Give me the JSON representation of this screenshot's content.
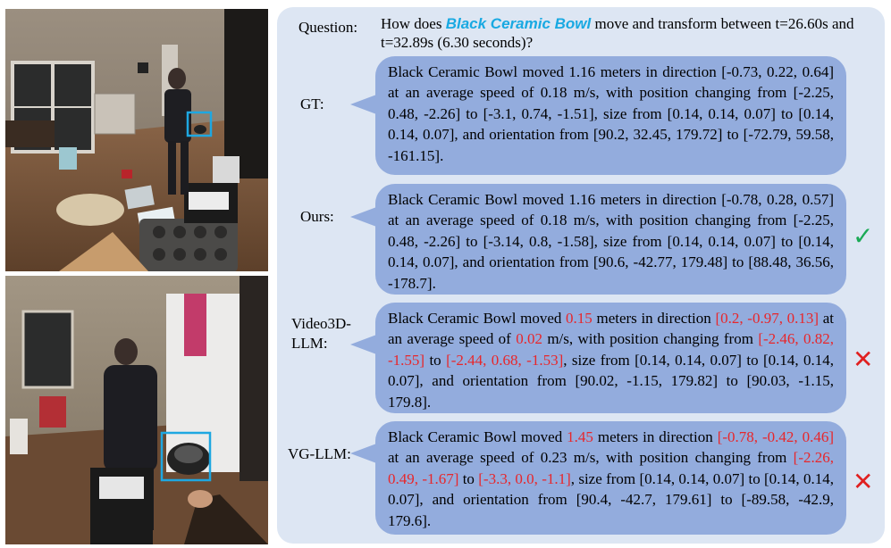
{
  "question": {
    "label": "Question:",
    "prefix": "How does ",
    "object": "Black Ceramic Bowl",
    "suffix": " move and transform between t=26.60s and t=32.89s (6.30 seconds)?"
  },
  "rows": [
    {
      "label": "GT:",
      "mark": "",
      "segments": [
        {
          "text": "Black Ceramic Bowl moved 1.16 meters in direction [-0.73, 0.22, 0.64] at an average speed of 0.18 m/s, with position changing from [-2.25, 0.48, -2.26] to [-3.1, 0.74, -1.51], size from [0.14, 0.14, 0.07] to [0.14, 0.14, 0.07], and orientation from [90.2, 32.45, 179.72] to [-72.79, 59.58, -161.15].",
          "error": false
        }
      ]
    },
    {
      "label": "Ours:",
      "mark": "✓",
      "segments": [
        {
          "text": "Black Ceramic Bowl moved 1.16 meters in direction [-0.78, 0.28, 0.57] at an average speed of 0.18 m/s, with position changing from [-2.25, 0.48, -2.26] to [-3.14, 0.8, -1.58], size from [0.14, 0.14, 0.07] to [0.14, 0.14, 0.07], and orientation from [90.6, -42.77, 179.48] to [88.48, 36.56, -178.7].",
          "error": false
        }
      ]
    },
    {
      "label": "Video3D-LLM:",
      "mark": "✕",
      "segments": [
        {
          "text": "Black Ceramic Bowl moved ",
          "error": false
        },
        {
          "text": "0.15",
          "error": true
        },
        {
          "text": " meters in direction ",
          "error": false
        },
        {
          "text": "[0.2, -0.97, 0.13]",
          "error": true
        },
        {
          "text": " at an average speed of ",
          "error": false
        },
        {
          "text": "0.02",
          "error": true
        },
        {
          "text": " m/s, with position changing from ",
          "error": false
        },
        {
          "text": "[-2.46, 0.82, -1.55]",
          "error": true
        },
        {
          "text": " to ",
          "error": false
        },
        {
          "text": "[-2.44, 0.68, -1.53]",
          "error": true
        },
        {
          "text": ", size from [0.14, 0.14, 0.07] to [0.14, 0.14, 0.07], and orientation from [90.02, -1.15, 179.82] to [90.03, -1.15, 179.8].",
          "error": false
        }
      ]
    },
    {
      "label": "VG-LLM:",
      "mark": "✕",
      "segments": [
        {
          "text": "Black Ceramic Bowl moved ",
          "error": false
        },
        {
          "text": "1.45",
          "error": true
        },
        {
          "text": " meters in direction ",
          "error": false
        },
        {
          "text": "[-0.78, -0.42, 0.46]",
          "error": true
        },
        {
          "text": " at an average speed of 0.23 m/s, with position changing from ",
          "error": false
        },
        {
          "text": "[-2.26, 0.49, -1.67]",
          "error": true
        },
        {
          "text": " to ",
          "error": false
        },
        {
          "text": "[-3.3, 0.0, -1.1]",
          "error": true
        },
        {
          "text": ", size from [0.14, 0.14, 0.07] to [0.14, 0.14, 0.07], and orientation from [90.4, -42.7, 179.61] to [-89.58, -42.9, 179.6].",
          "error": false
        }
      ]
    }
  ],
  "colors": {
    "panel": "#dde6f3",
    "bubble": "#93acdd",
    "highlight_object": "#19a9e2",
    "error_text": "#e8262a",
    "correct_mark": "#1aaa55",
    "wrong_mark": "#e02020",
    "bbox": "#1ea7e1"
  },
  "icons": [
    "check-icon",
    "cross-icon"
  ]
}
